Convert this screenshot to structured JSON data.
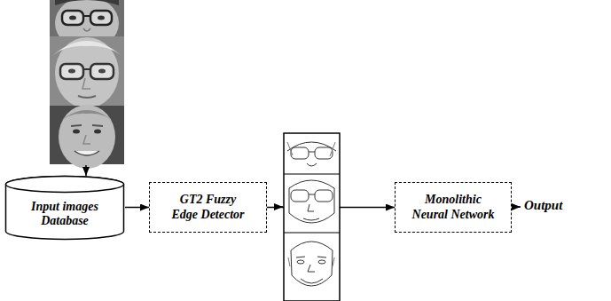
{
  "diagram": {
    "nodes": [
      {
        "text": [
          "Input images Database"
        ]
      },
      {
        "text": [
          "GT2 Fuzzy Edge Detector"
        ]
      },
      {
        "text": [
          "Monolithic Neural Network"
        ]
      }
    ],
    "edges": [
      {
        "from": 0,
        "to": 1,
        "arrow": "to"
      },
      {
        "from": 1,
        "to": 2,
        "arrow": "to"
      }
    ],
    "labels": [
      "Output"
    ]
  }
}
